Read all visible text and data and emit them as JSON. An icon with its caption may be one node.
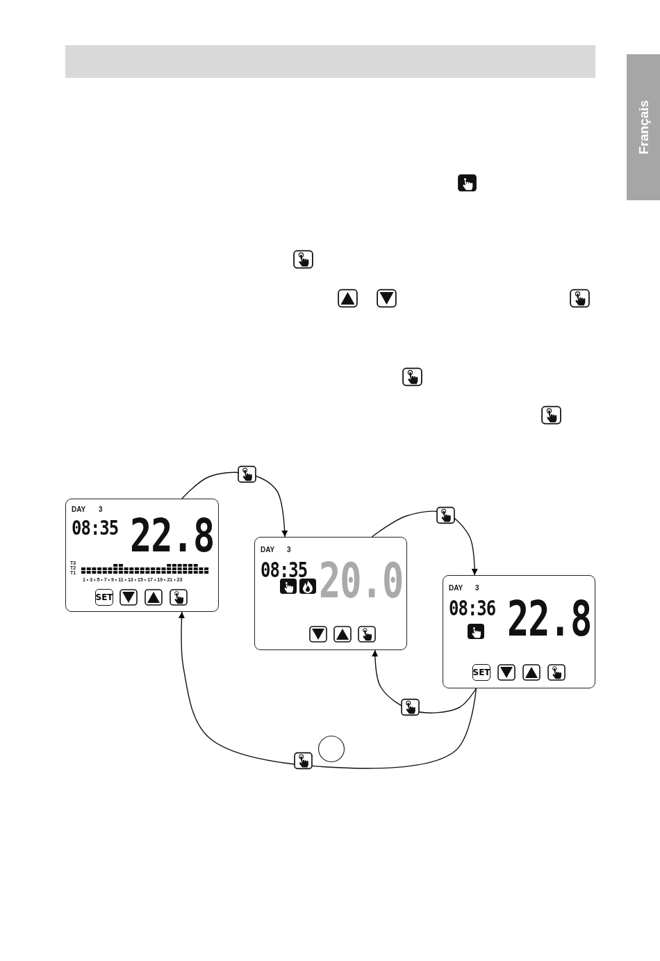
{
  "diagram": {
    "nodes": [
      {
        "text": [
          "DAY",
          "3",
          "08:35",
          "22.8",
          "T3",
          "T2",
          "T1",
          "1 • 3 • 5 • 7 • 9 • 11 • 13 • 15 • 17 • 19 • 21 • 23",
          "SET"
        ]
      },
      {
        "text": [
          "DAY",
          "3",
          "08:35",
          "20.0"
        ]
      },
      {
        "text": [
          "DAY",
          "3",
          "08:36",
          "22.8",
          "SET"
        ]
      }
    ],
    "edges": [
      {
        "from": 0,
        "to": 1,
        "arrow": "to"
      },
      {
        "from": 1,
        "to": 2,
        "arrow": "to"
      },
      {
        "from": 2,
        "to": 1,
        "arrow": "to"
      },
      {
        "from": 2,
        "to": 0,
        "arrow": "to"
      }
    ],
    "labels": [
      "Français"
    ]
  }
}
